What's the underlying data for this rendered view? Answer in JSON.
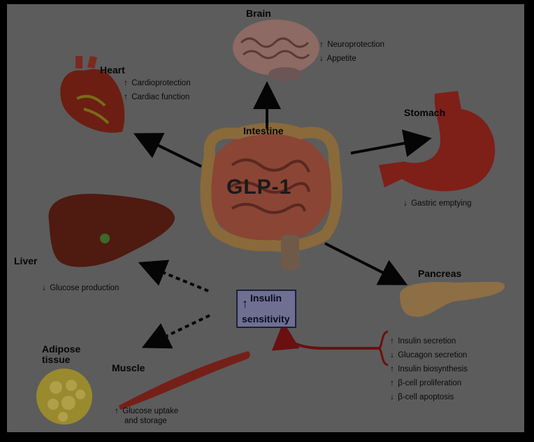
{
  "center": {
    "label": "GLP-1",
    "organ": "Intestine"
  },
  "brain": {
    "label": "Brain",
    "effects": [
      {
        "dir": "↑",
        "text": "Neuroprotection"
      },
      {
        "dir": "↓",
        "text": "Appetite"
      }
    ]
  },
  "heart": {
    "label": "Heart",
    "effects": [
      {
        "dir": "↑",
        "text": "Cardioprotection"
      },
      {
        "dir": "↑",
        "text": "Cardiac function"
      }
    ]
  },
  "stomach": {
    "label": "Stomach",
    "effects": [
      {
        "dir": "↓",
        "text": "Gastric emptying"
      }
    ]
  },
  "liver": {
    "label": "Liver",
    "effects": [
      {
        "dir": "↓",
        "text": "Glucose production"
      }
    ]
  },
  "pancreas": {
    "label": "Pancreas",
    "effects": [
      {
        "dir": "↑",
        "text": "Insulin secretion"
      },
      {
        "dir": "↓",
        "text": "Glucagon secretion"
      },
      {
        "dir": "↑",
        "text": "Insulin biosynthesis"
      },
      {
        "dir": "↑",
        "text": "β-cell proliferation"
      },
      {
        "dir": "↓",
        "text": "β-cell apoptosis"
      }
    ]
  },
  "insulin_box": {
    "dir": "↑",
    "line1": "Insulin",
    "line2": "sensitivity"
  },
  "adipose": {
    "label_line1": "Adipose",
    "label_line2": "tissue"
  },
  "muscle": {
    "label": "Muscle",
    "effects": [
      {
        "dir": "↑",
        "text_line1": "Glucose uptake",
        "text_line2": "and storage"
      }
    ]
  }
}
